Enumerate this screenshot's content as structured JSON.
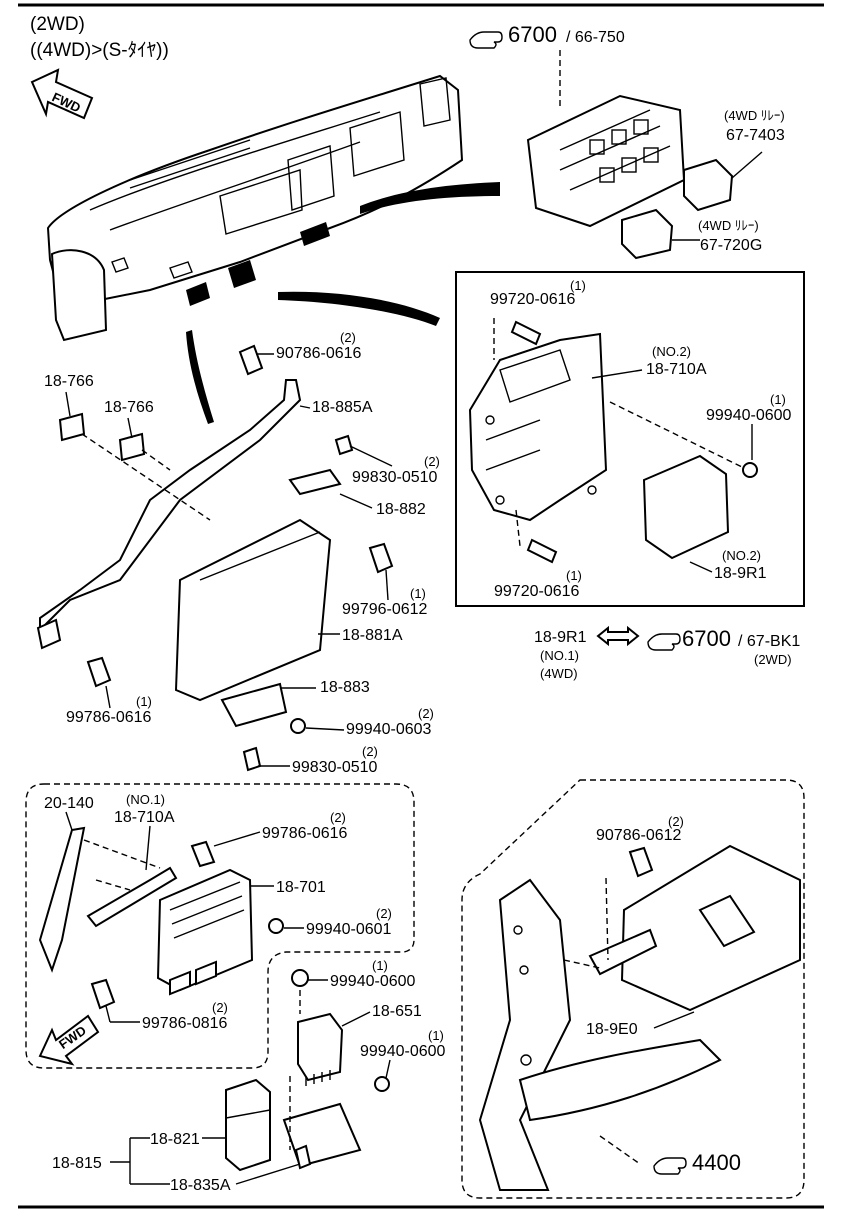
{
  "header": {
    "line1": "(2WD)",
    "line2": "((4WD)>(S-ﾀｲﾔ))"
  },
  "fwd_label": "FWD",
  "refs": {
    "top": {
      "main": "6700",
      "sub": "/ 66-750"
    },
    "right": {
      "main": "6700",
      "sub": "/ 67-BK1",
      "note": "(2WD)"
    },
    "bottom": {
      "main": "4400"
    }
  },
  "callouts": {
    "relay_4wd_a": {
      "note": "(4WD ﾘﾚｰ)",
      "part": "67-7403"
    },
    "relay_4wd_b": {
      "note": "(4WD ﾘﾚｰ)",
      "part": "67-720G"
    }
  },
  "inset_box": {
    "bolt_top": {
      "part": "99720-0616",
      "qty": "(1)"
    },
    "bracket": {
      "part": "18-710A",
      "note": "(NO.2)"
    },
    "nut": {
      "part": "99940-0600",
      "qty": "(1)"
    },
    "module": {
      "part": "18-9R1",
      "note": "(NO.2)"
    },
    "bolt_bottom": {
      "part": "99720-0616",
      "qty": "(1)"
    }
  },
  "module_no1": {
    "part": "18-9R1",
    "note1": "(NO.1)",
    "note2": "(4WD)"
  },
  "main_parts": [
    {
      "part": "90786-0616",
      "qty": "(2)"
    },
    {
      "part": "18-766"
    },
    {
      "part": "18-766"
    },
    {
      "part": "18-885A"
    },
    {
      "part": "99830-0510",
      "qty": "(2)"
    },
    {
      "part": "18-882"
    },
    {
      "part": "99796-0612",
      "qty": "(1)"
    },
    {
      "part": "18-881A"
    },
    {
      "part": "99786-0616",
      "qty": "(1)"
    },
    {
      "part": "18-883"
    },
    {
      "part": "99940-0603",
      "qty": "(2)"
    },
    {
      "part": "99830-0510",
      "qty": "(2)"
    }
  ],
  "lower_left": {
    "bracket_plate": "20-140",
    "bracket_note": "(NO.1)",
    "bracket": "18-710A",
    "bolt": {
      "part": "99786-0616",
      "qty": "(2)"
    },
    "module": "18-701",
    "nut": {
      "part": "99940-0601",
      "qty": "(2)"
    },
    "bolt2": {
      "part": "99786-0816",
      "qty": "(2)"
    }
  },
  "relays": {
    "nut_top": {
      "part": "99940-0600",
      "qty": "(1)"
    },
    "relay": "18-651",
    "nut2": {
      "part": "99940-0600",
      "qty": "(1)"
    },
    "assy": "18-815",
    "relay_b": "18-821",
    "bracket": "18-835A"
  },
  "lower_right": {
    "bolt": {
      "part": "90786-0612",
      "qty": "(2)"
    },
    "module": "18-9E0"
  }
}
